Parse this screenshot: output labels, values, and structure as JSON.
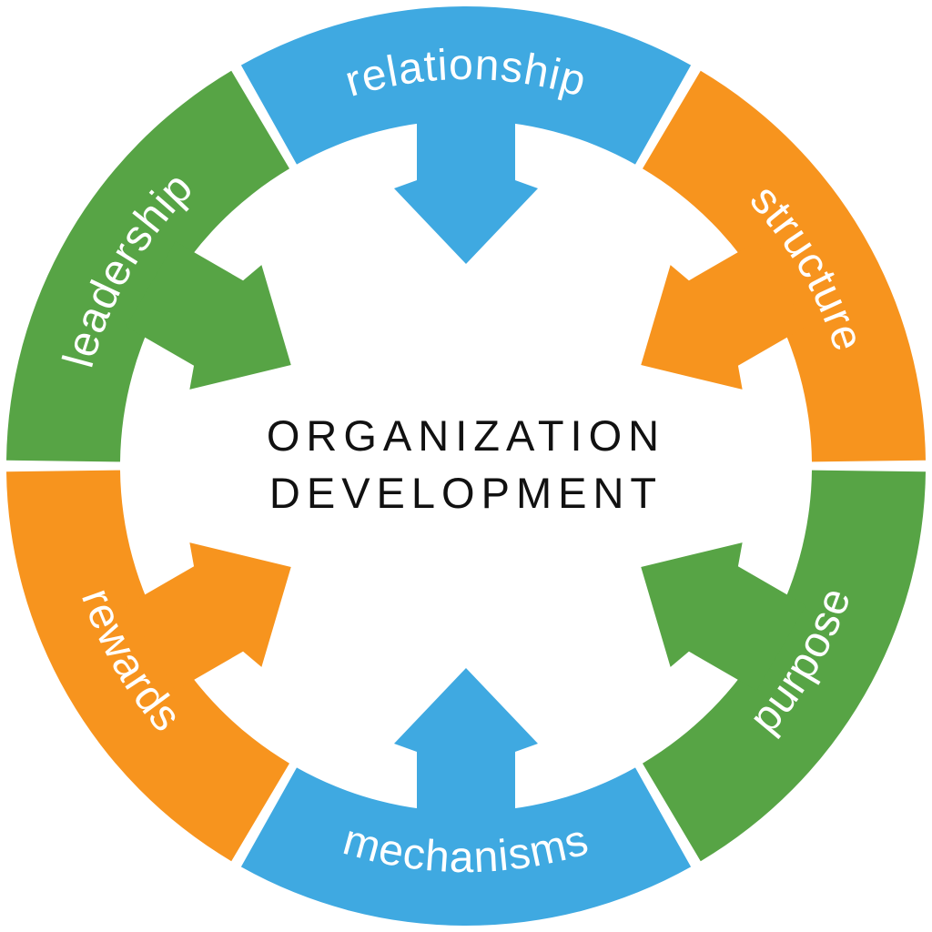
{
  "title": {
    "line1": "ORGANIZATION",
    "line2": "DEVELOPMENT"
  },
  "palette": {
    "blue": "#3FA9E1",
    "orange": "#F7941E",
    "green": "#57A445",
    "label_text": "#FFFFFF",
    "center_text": "#111111",
    "background": "#FFFFFF"
  },
  "wheel": {
    "description": "circular word wheel with six arc segments, each with an arrow pointing to the center",
    "segments": [
      {
        "id": "relationship",
        "label": "relationship",
        "color": "blue",
        "center_angle": 90,
        "text_side": "top"
      },
      {
        "id": "structure",
        "label": "structure",
        "color": "orange",
        "center_angle": 30,
        "text_side": "top"
      },
      {
        "id": "purpose",
        "label": "purpose",
        "color": "green",
        "center_angle": -30,
        "text_side": "bottom"
      },
      {
        "id": "mechanisms",
        "label": "mechanisms",
        "color": "blue",
        "center_angle": -90,
        "text_side": "bottom"
      },
      {
        "id": "rewards",
        "label": "rewards",
        "color": "orange",
        "center_angle": -150,
        "text_side": "bottom"
      },
      {
        "id": "leadership",
        "label": "leadership",
        "color": "green",
        "center_angle": 150,
        "text_side": "top"
      }
    ]
  }
}
